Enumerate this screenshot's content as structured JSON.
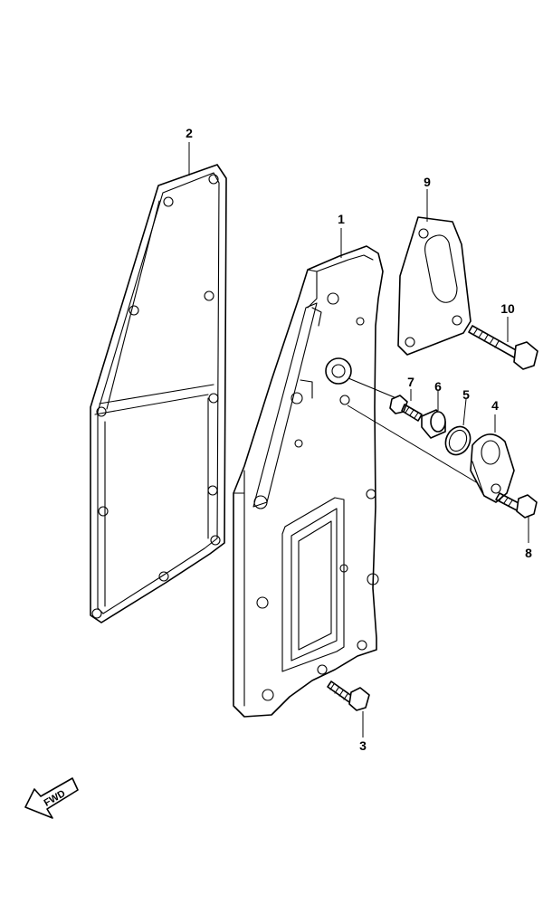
{
  "callouts": [
    {
      "id": "1",
      "label": "1",
      "part": "cover"
    },
    {
      "id": "2",
      "label": "2",
      "part": "gasket"
    },
    {
      "id": "3",
      "label": "3",
      "part": "bolt"
    },
    {
      "id": "4",
      "label": "4",
      "part": "flange"
    },
    {
      "id": "5",
      "label": "5",
      "part": "o-ring"
    },
    {
      "id": "6",
      "label": "6",
      "part": "spacer"
    },
    {
      "id": "7",
      "label": "7",
      "part": "bolt"
    },
    {
      "id": "8",
      "label": "8",
      "part": "bolt"
    },
    {
      "id": "9",
      "label": "9",
      "part": "plate"
    },
    {
      "id": "10",
      "label": "10",
      "part": "bolt"
    }
  ],
  "fwd": {
    "label": "FWD",
    "icon": "fwd-arrow-icon"
  }
}
